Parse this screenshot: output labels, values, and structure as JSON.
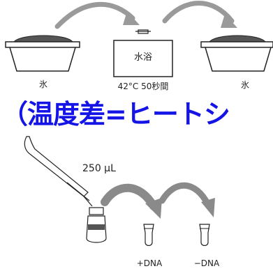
{
  "labels": {
    "ice_left": "氷",
    "water_bath": "水浴",
    "bath_condition": "42°C 50秒間",
    "ice_right": "氷",
    "banner": "（温度差=ヒートシ",
    "volume": "250 µL",
    "plus_dna": "+DNA",
    "minus_dna": "−DNA"
  },
  "colors": {
    "banner_text": "#1414e6",
    "line": "#333333",
    "arrow": "#8a8a8a"
  },
  "icons": [
    "ice-tray-icon",
    "water-bath-icon",
    "pipette-icon",
    "bottle-icon",
    "microtube-icon",
    "curved-arrow-icon"
  ]
}
